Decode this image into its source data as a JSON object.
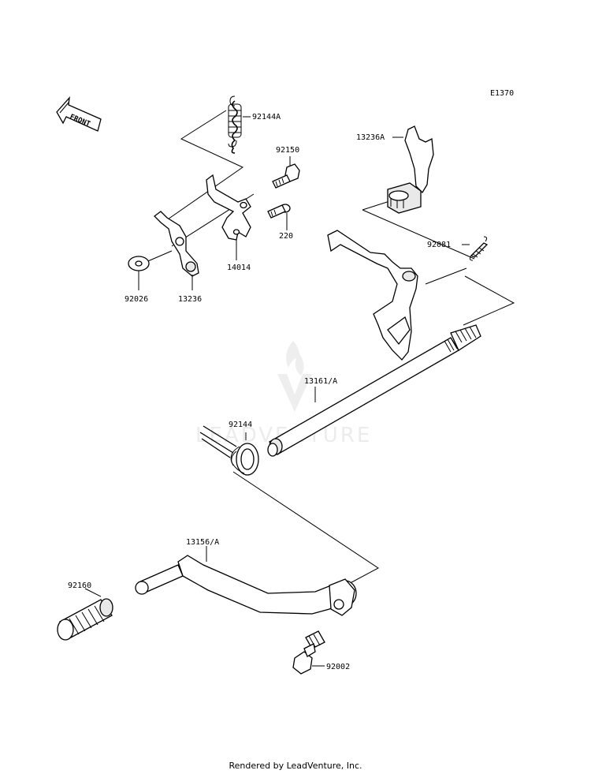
{
  "diagram_code": "E1370",
  "front_label": "FRONT",
  "watermark": "LEADVENTURE",
  "footer": "Rendered by LeadVenture, Inc.",
  "parts": {
    "p92144A": "92144A",
    "p92150": "92150",
    "p220": "220",
    "p14014": "14014",
    "p92026": "92026",
    "p13236": "13236",
    "p13236A": "13236A",
    "p92081": "92081",
    "p13161A": "13161/A",
    "p92144": "92144",
    "p13156A": "13156/A",
    "p92160": "92160",
    "p92002": "92002"
  }
}
